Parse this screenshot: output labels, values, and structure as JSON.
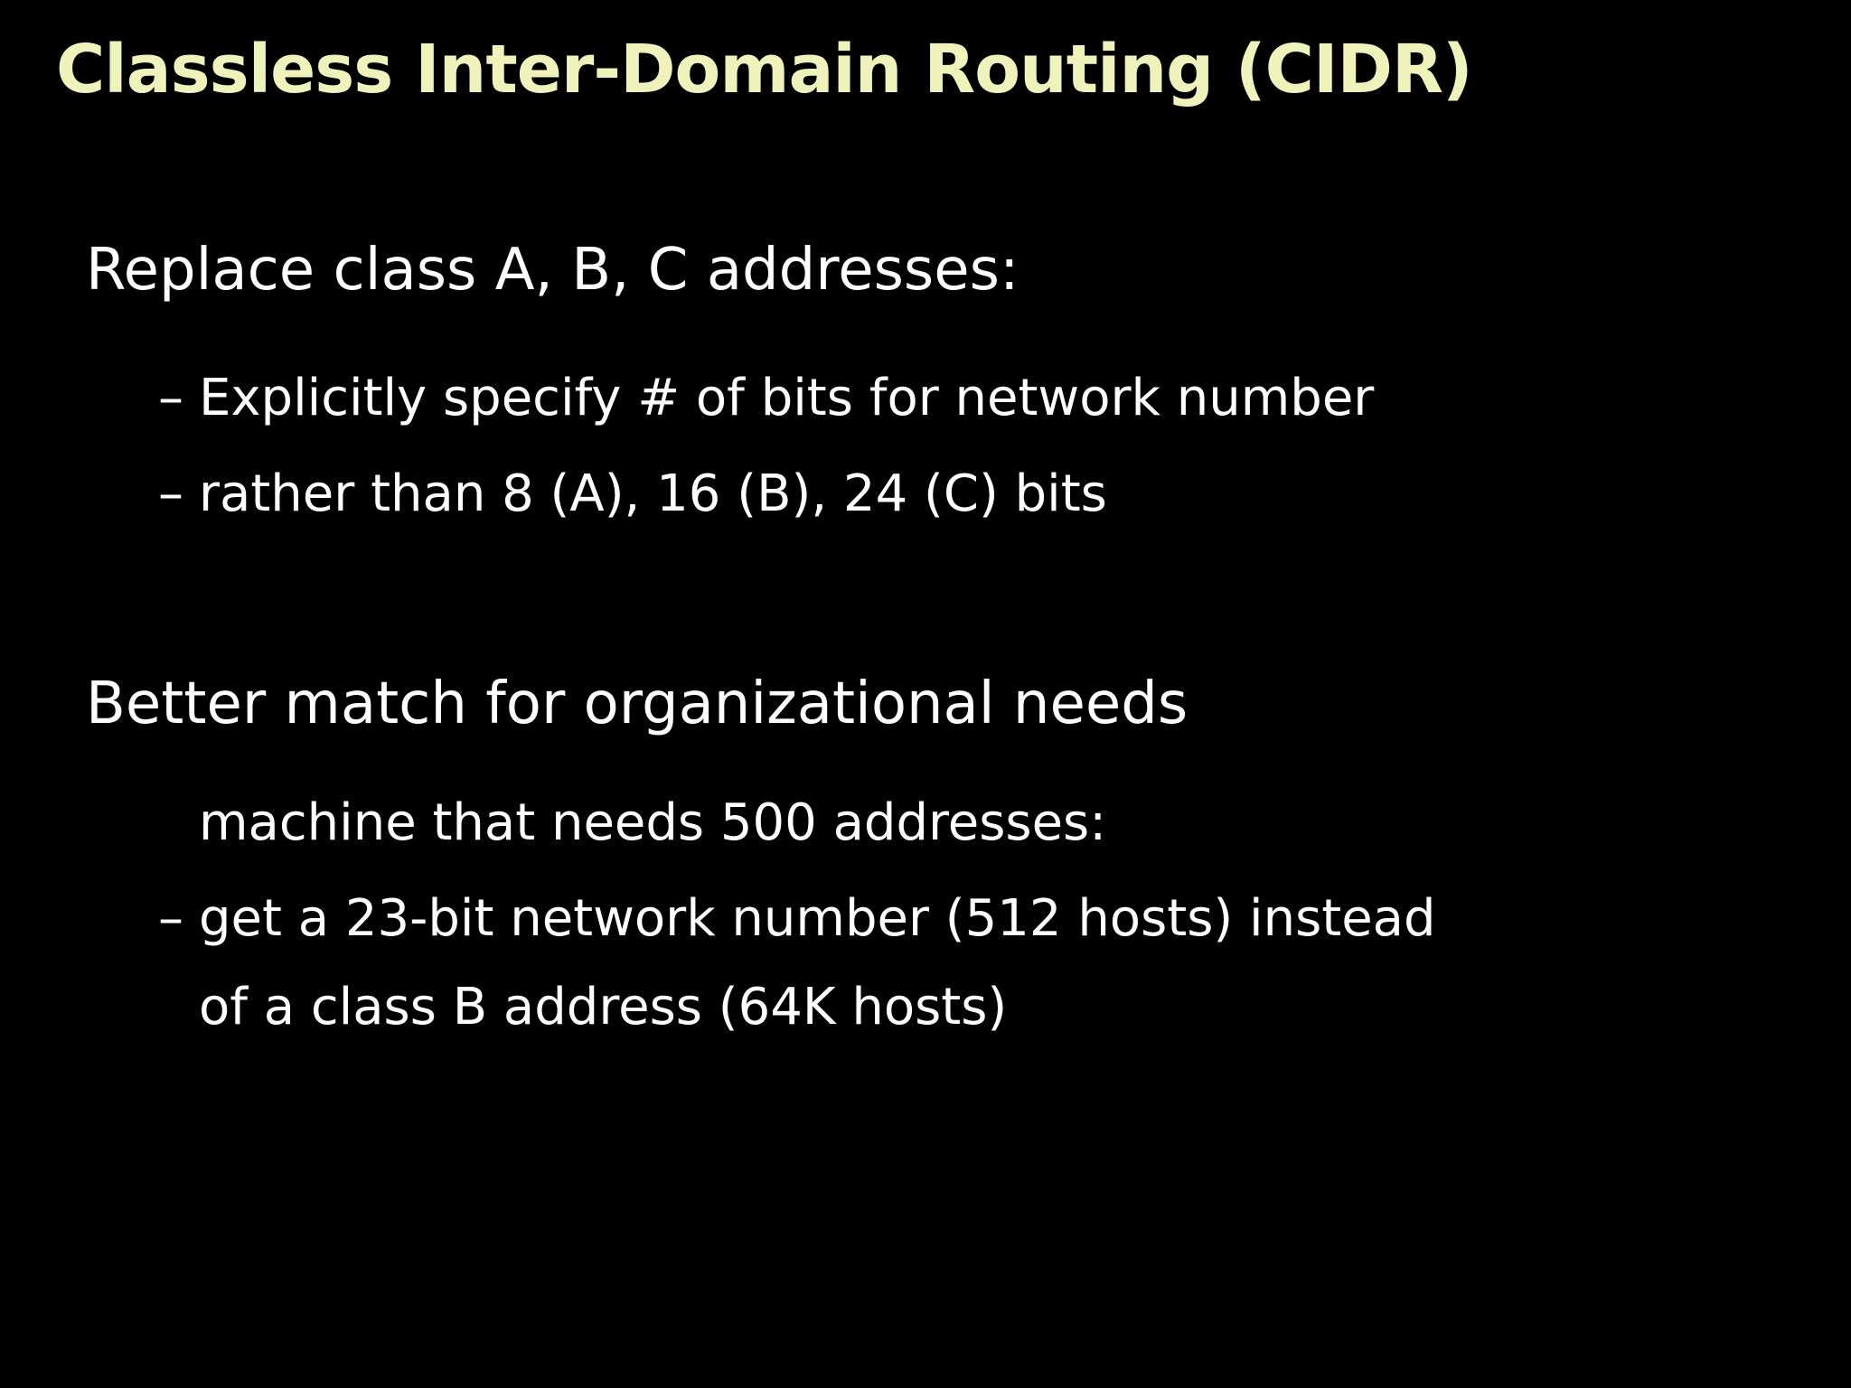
{
  "slide": {
    "background": "#000000",
    "title": {
      "text": "Classless Inter-Domain Routing (CIDR)",
      "color": "#f0f2bc"
    },
    "text_color": "#ffffff",
    "bullet_char": "–",
    "sections": [
      {
        "heading": "Replace class A, B, C addresses:",
        "items": [
          {
            "dash": true,
            "lines": [
              "Explicitly specify # of bits for network number"
            ]
          },
          {
            "dash": true,
            "lines": [
              "rather than 8 (A), 16 (B), 24 (C) bits"
            ]
          }
        ]
      },
      {
        "heading": "Better match for organizational needs",
        "items": [
          {
            "dash": false,
            "lines": [
              "machine that needs 500 addresses:"
            ]
          },
          {
            "dash": true,
            "lines": [
              "get a 23-bit network number (512 hosts) instead",
              "of a class B address (64K hosts)"
            ]
          }
        ]
      }
    ]
  }
}
